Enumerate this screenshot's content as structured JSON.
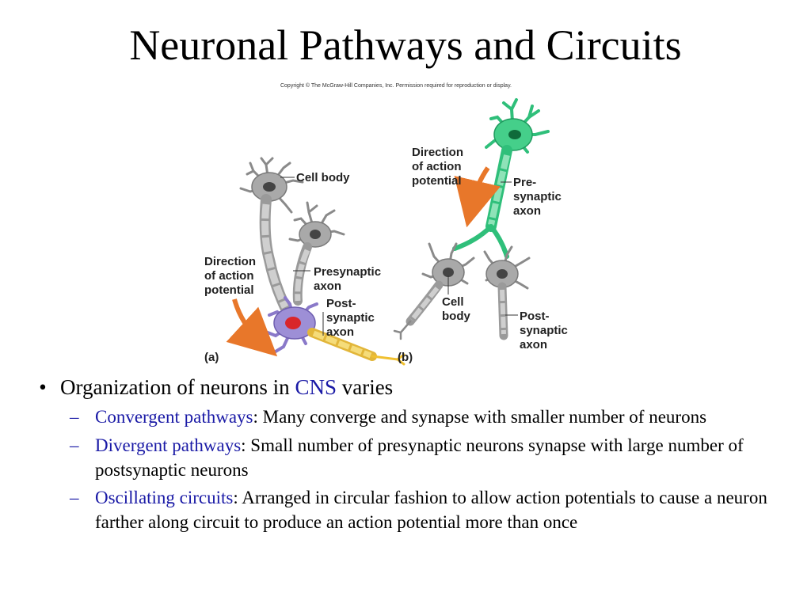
{
  "title": "Neuronal Pathways and Circuits",
  "copyright": "Copyright © The McGraw-Hill Companies, Inc. Permission required for reproduction or display.",
  "colors": {
    "term_highlight": "#1a1aa6",
    "neuron_gray": "#9a9a9a",
    "presynaptic_green": "#2fbf7a",
    "postsynaptic_purple": "#8a79c9",
    "axon_yellow": "#f0c030",
    "arrow_orange": "#e8772a"
  },
  "figure": {
    "panel_a": {
      "panel_label": "(a)",
      "cell_body_label": "Cell body",
      "direction_label": [
        "Direction",
        "of action",
        "potential"
      ],
      "presynaptic_label": [
        "Presynaptic",
        "axon"
      ],
      "postsynaptic_label": [
        "Post-",
        "synaptic",
        "axon"
      ]
    },
    "panel_b": {
      "panel_label": "(b)",
      "direction_label": [
        "Direction",
        "of action",
        "potential"
      ],
      "presynaptic_label": [
        "Pre-",
        "synaptic",
        "axon"
      ],
      "cell_body_label": [
        "Cell",
        "body"
      ],
      "postsynaptic_label": [
        "Post-",
        "synaptic",
        "axon"
      ]
    }
  },
  "bullets": {
    "main": {
      "marker": "•",
      "text_before": "Organization of neurons in ",
      "highlight": "CNS",
      "text_after": " varies"
    },
    "items": [
      {
        "marker": "–",
        "term": "Convergent pathways",
        "text": ": Many converge and synapse with smaller number of neurons"
      },
      {
        "marker": "–",
        "term": "Divergent pathways",
        "text": ": Small number of presynaptic neurons synapse with large number of postsynaptic neurons"
      },
      {
        "marker": "–",
        "term": "Oscillating circuits",
        "text": ": Arranged in circular fashion to allow action potentials to cause a neuron farther along circuit to produce an action potential more than once"
      }
    ]
  }
}
